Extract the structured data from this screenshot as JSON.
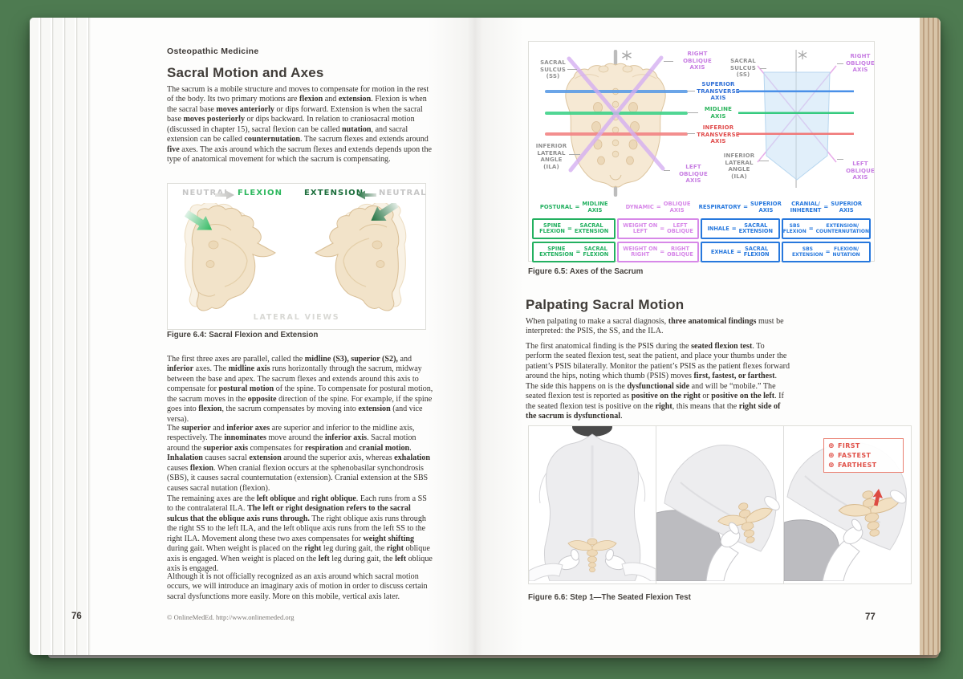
{
  "colors": {
    "background": "#4e7b51",
    "axis_blue": "#4a90e8",
    "axis_green": "#3ecf84",
    "axis_red": "#f07878",
    "axis_purple": "#d4aef2",
    "label_gray": "#8f8f8f",
    "label_blue": "#2f6fd6",
    "label_green": "#2bb45c",
    "label_red": "#e04b4b",
    "label_purple": "#c77de2",
    "table_green": "#23b060",
    "table_purple": "#d788e8",
    "table_blue": "#2778dd",
    "flexion_green": "#2fb85f",
    "extension_green": "#1c6e3c",
    "neutral_gray": "#c6c6c6",
    "annotation_red": "#e0524a"
  },
  "icons": {
    "circled_plus": "⊕"
  },
  "left_page": {
    "running_head": "Osteopathic Medicine",
    "section_title": "Sacral Motion and Axes",
    "paragraphs": [
      [
        "The sacrum is a mobile structure and moves to compensate for motion in the rest of the body. Its two primary motions are ",
        {
          "b": "flexion"
        },
        " and ",
        {
          "b": "extension"
        },
        ". Flexion is when the sacral base ",
        {
          "b": "moves anteriorly"
        },
        " or dips forward. Extension is when the sacral base ",
        {
          "b": "moves posteriorly"
        },
        " or dips backward. In relation to craniosacral motion (discussed in chapter 15), sacral flexion can be called ",
        {
          "b": "nutation"
        },
        ", and sacral extension can be called ",
        {
          "b": "counternutation"
        },
        ". The sacrum flexes and extends around ",
        {
          "b": "five"
        },
        " axes. The axis around which the sacrum flexes and extends depends upon the type of anatomical movement for which the sacrum is compensating."
      ],
      [
        "The first three axes are parallel, called the ",
        {
          "b": "midline (S3), superior (S2),"
        },
        " and ",
        {
          "b": "inferior"
        },
        " axes. The ",
        {
          "b": "midline axis"
        },
        " runs horizontally through the sacrum, midway between the base and apex. The sacrum flexes and extends around this axis to compensate for ",
        {
          "b": "postural motion"
        },
        " of the spine. To compensate for postural motion, the sacrum moves in the ",
        {
          "b": "opposite"
        },
        " direction of the spine. For example, if the spine goes into ",
        {
          "b": "flexion"
        },
        ", the sacrum compensates by moving into ",
        {
          "b": "extension"
        },
        " (and vice versa)."
      ],
      [
        "The ",
        {
          "b": "superior"
        },
        " and ",
        {
          "b": "inferior axes"
        },
        " are superior and inferior to the midline axis, respectively. The ",
        {
          "b": "innominates"
        },
        " move around the ",
        {
          "b": "inferior axis"
        },
        ". Sacral motion around the ",
        {
          "b": "superior axis"
        },
        " compensates for ",
        {
          "b": "respiration"
        },
        " and ",
        {
          "b": "cranial motion"
        },
        ". ",
        {
          "b": "Inhalation"
        },
        " causes sacral ",
        {
          "b": "extension"
        },
        " around the superior axis, whereas ",
        {
          "b": "exhalation"
        },
        " causes ",
        {
          "b": "flexion"
        },
        ". When cranial flexion occurs at the sphenobasilar synchondrosis (SBS), it causes sacral counternutation (extension). Cranial extension at the SBS causes sacral nutation (flexion)."
      ],
      [
        "The remaining axes are the ",
        {
          "b": "left oblique"
        },
        " and ",
        {
          "b": "right oblique"
        },
        ". Each runs from a SS to the contralateral ILA. ",
        {
          "b": "The left or right designation refers to the sacral sulcus that the oblique axis runs through."
        },
        " The right oblique axis runs through the right SS to the left ILA, and the left oblique axis runs from the left SS to the right ILA. Movement along these two axes compensates for ",
        {
          "b": "weight shifting"
        },
        " during gait. When weight is placed on the ",
        {
          "b": "right"
        },
        " leg during gait, the ",
        {
          "b": "right"
        },
        " oblique axis is engaged. When weight is placed on the ",
        {
          "b": "left"
        },
        " leg during gait, the ",
        {
          "b": "left"
        },
        " oblique axis is engaged."
      ],
      [
        "Although it is not officially recognized as an axis around which sacral motion occurs, we will introduce an imaginary axis of motion in order to discuss certain sacral dysfunctions more easily. More on this mobile, vertical axis later."
      ]
    ],
    "figure64": {
      "neutral_label": "NEUTRAL",
      "flexion_label": "FLEXION",
      "extension_label": "EXTENSION",
      "lateral_views_label": "LATERAL VIEWS",
      "caption": "Figure 6.4: Sacral Flexion and Extension"
    },
    "copyright": "© OnlineMedEd. http://www.onlinemeded.org",
    "page_number": "76"
  },
  "right_page": {
    "figure65": {
      "caption": "Figure 6.5: Axes of the Sacrum",
      "labels": {
        "sacral_sulcus": "SACRAL\nSULCUS\n(SS)",
        "inferior_lateral_angle": "INFERIOR\nLATERAL\nANGLE\n(ILA)",
        "right_oblique": "RIGHT\nOBLIQUE\nAXIS",
        "left_oblique": "LEFT\nOBLIQUE\nAXIS",
        "superior_transverse": "SUPERIOR\nTRANSVERSE\nAXIS",
        "midline": "MIDLINE\nAXIS",
        "inferior_transverse": "INFERIOR\nTRANSVERSE\nAXIS"
      },
      "table": {
        "eq": "=",
        "columns": [
          {
            "name": "POSTURAL",
            "axis": "MIDLINE\nAXIS",
            "rows": [
              {
                "a": "SPINE\nFLEXION",
                "b": "SACRAL\nEXTENSION"
              },
              {
                "a": "SPINE\nEXTENSION",
                "b": "SACRAL\nFLEXION"
              }
            ]
          },
          {
            "name": "DYNAMIC",
            "axis": "OBLIQUE\nAXIS",
            "rows": [
              {
                "a": "WEIGHT ON\nLEFT",
                "b": "LEFT\nOBLIQUE"
              },
              {
                "a": "WEIGHT ON\nRIGHT",
                "b": "RIGHT\nOBLIQUE"
              }
            ]
          },
          {
            "name": "RESPIRATORY",
            "axis": "SUPERIOR\nAXIS",
            "rows": [
              {
                "a": "INHALE",
                "b": "SACRAL\nEXTENSION"
              },
              {
                "a": "EXHALE",
                "b": "SACRAL\nFLEXION"
              }
            ]
          },
          {
            "name": "CRANIAL/\nINHERENT",
            "axis": "SUPERIOR\nAXIS",
            "rows": [
              {
                "a": "SBS\nFLEXION",
                "b": "EXTENSION/\nCOUNTERNUTATION"
              },
              {
                "a": "SBS\nEXTENSION",
                "b": "FLEXION/\nNUTATION"
              }
            ]
          }
        ]
      }
    },
    "section_title": "Palpating Sacral Motion",
    "paragraphs": [
      [
        "When palpating to make a sacral diagnosis, ",
        {
          "b": "three anatomical findings"
        },
        " must be interpreted: the PSIS, the SS, and the ILA."
      ],
      [
        "The first anatomical finding is the PSIS during the ",
        {
          "b": "seated flexion test"
        },
        ". To perform the seated flexion test, seat the patient, and place your thumbs under the patient’s PSIS bilaterally. Monitor the patient’s PSIS as the patient flexes forward around the hips, noting which thumb (PSIS) moves ",
        {
          "b": "first, fastest, or farthest"
        },
        ". The side this happens on is the ",
        {
          "b": "dysfunctional side"
        },
        " and will be “mobile.” The seated flexion test is reported as ",
        {
          "b": "positive on the right"
        },
        " or ",
        {
          "b": "positive on the left"
        },
        ". If the seated flexion test is positive on the ",
        {
          "b": "right"
        },
        ", this means that the ",
        {
          "b": "right side of the sacrum is dysfunctional"
        },
        "."
      ]
    ],
    "figure66": {
      "caption": "Figure 6.6:  Step 1—The Seated Flexion Test",
      "annotations": [
        "FIRST",
        "FASTEST",
        "FARTHEST"
      ]
    },
    "page_number": "77"
  }
}
